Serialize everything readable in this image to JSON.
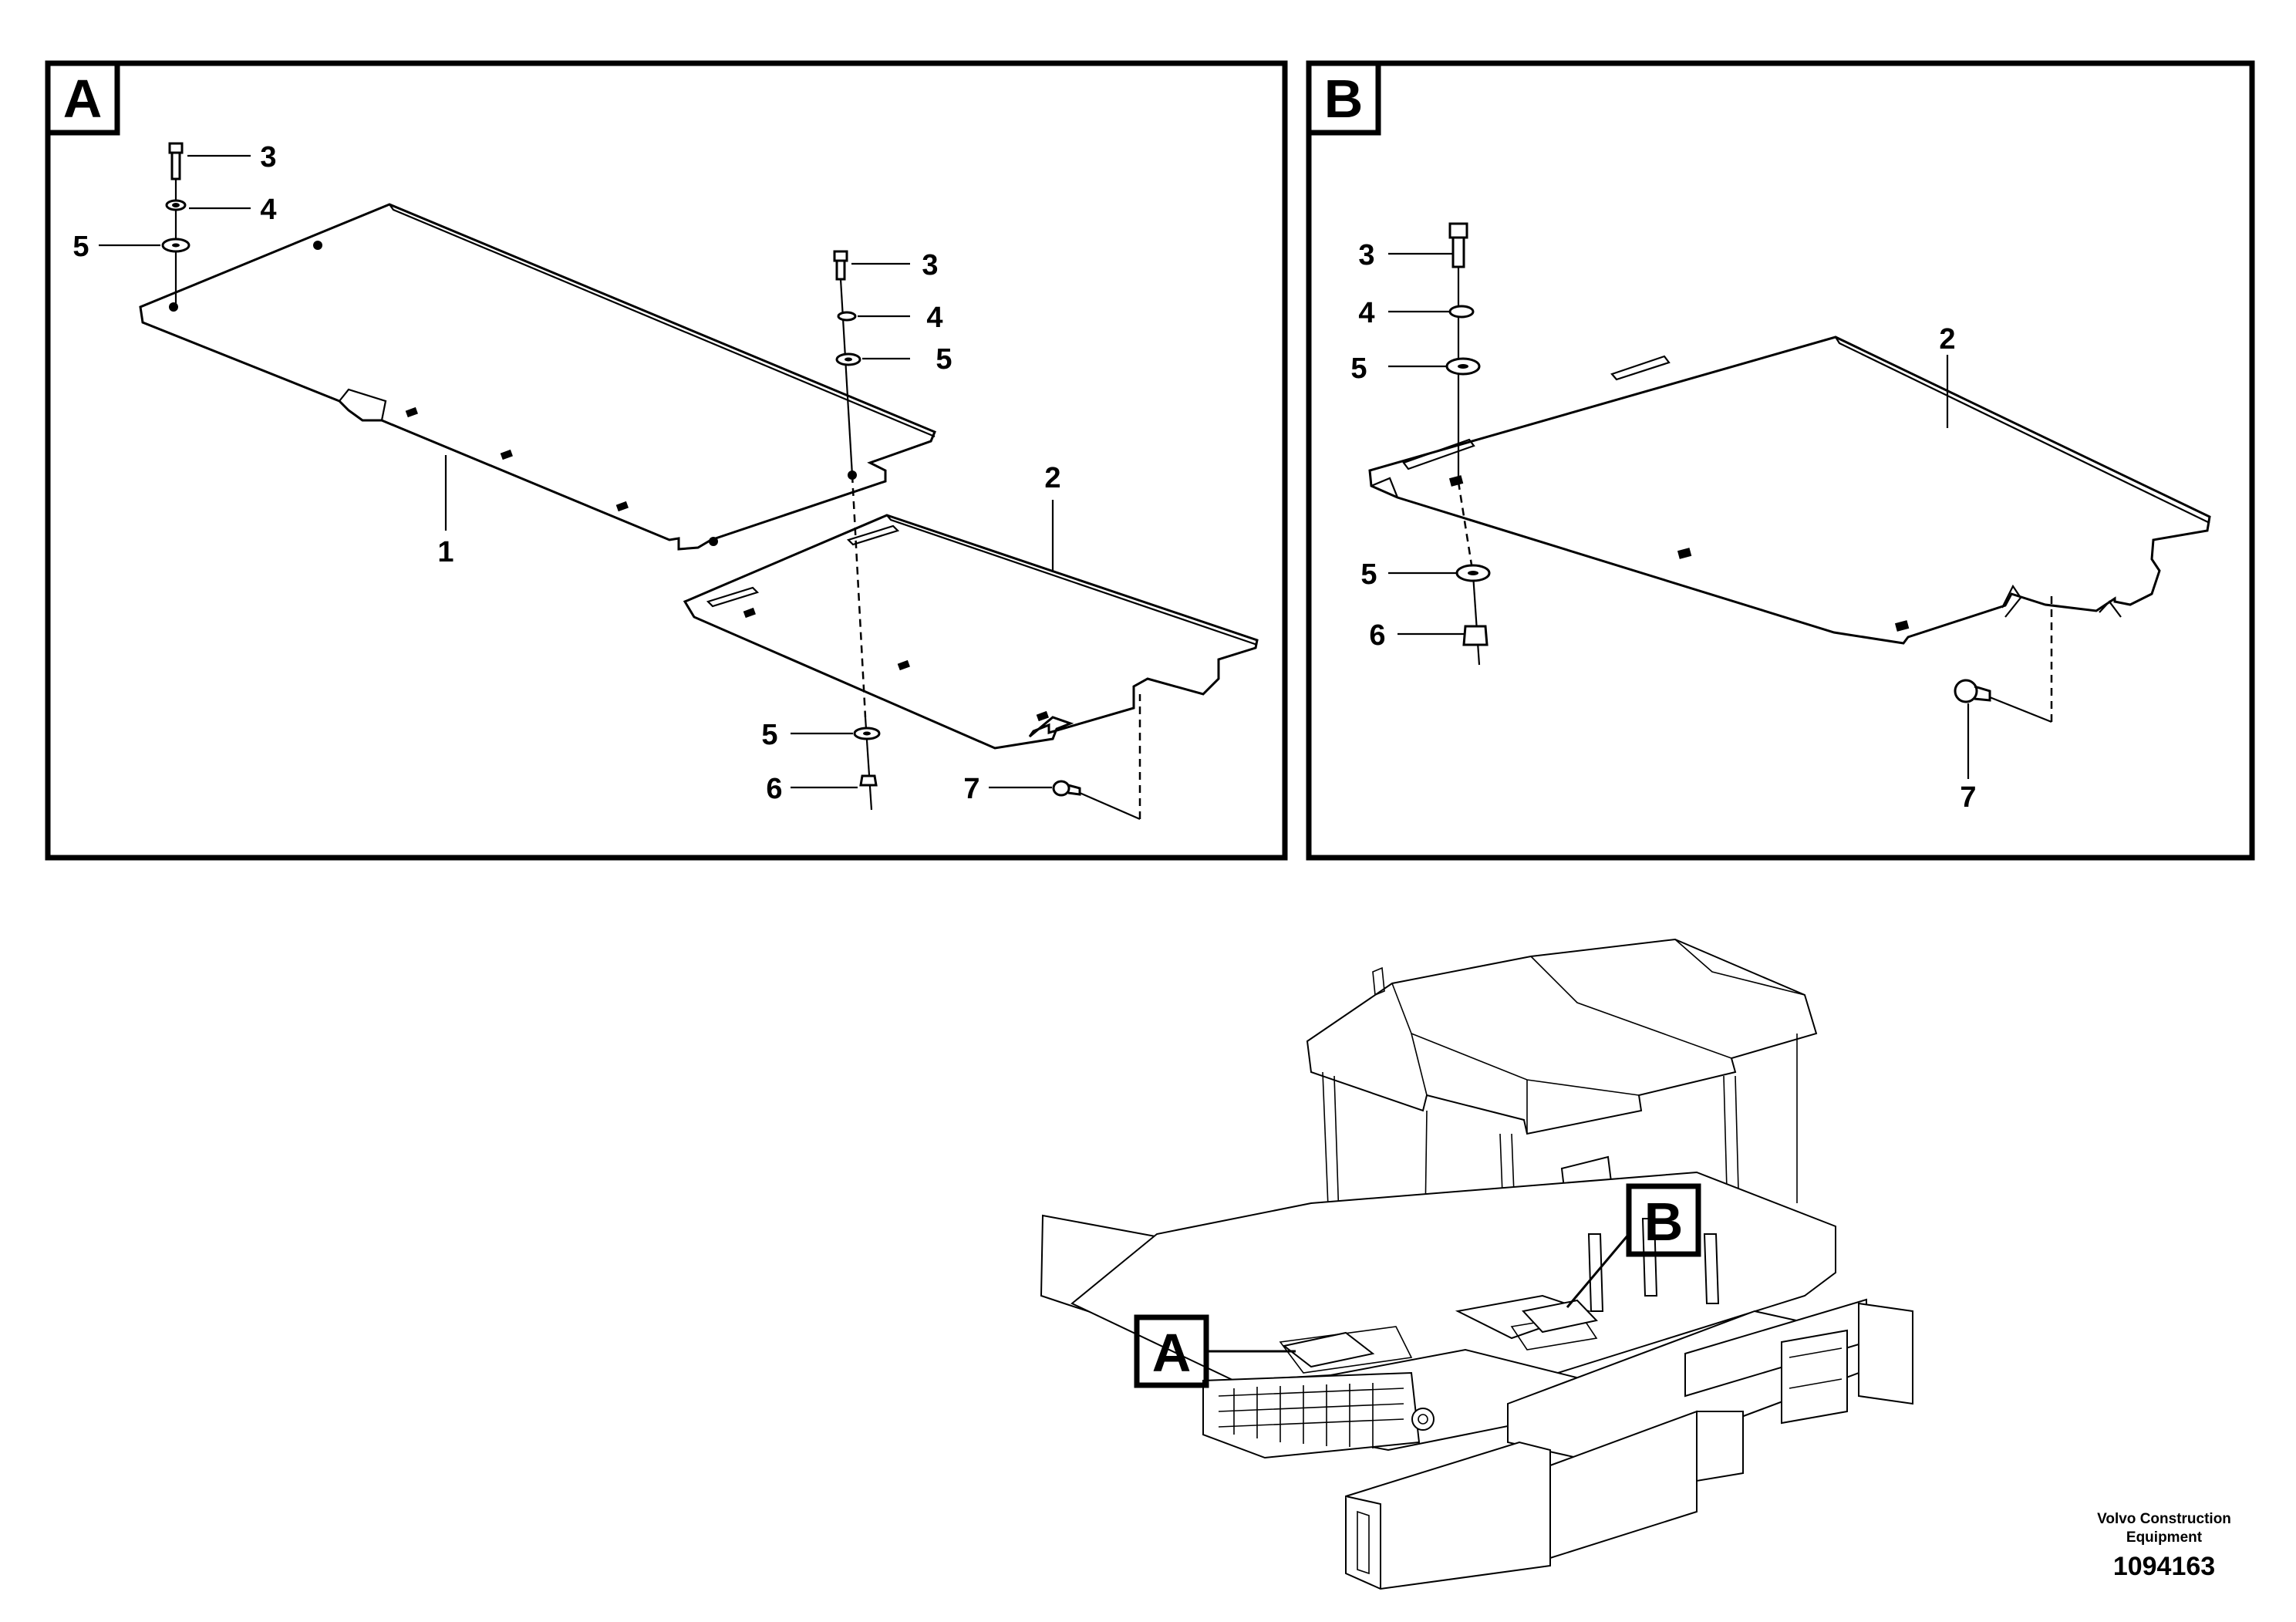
{
  "panels": {
    "a": {
      "letter": "A",
      "callouts": {
        "bolt_top_left": "3",
        "lockwasher_top_left": "4",
        "washer_top_left": "5",
        "bolt_right": "3",
        "lockwasher_right": "4",
        "washer_right": "5",
        "plate_1": "1",
        "plate_2": "2",
        "washer_bottom": "5",
        "nut_bottom": "6",
        "clip": "7"
      }
    },
    "b": {
      "letter": "B",
      "callouts": {
        "bolt": "3",
        "lockwasher": "4",
        "washer_top": "5",
        "plate_2": "2",
        "washer_bottom": "5",
        "nut": "6",
        "clip": "7"
      }
    }
  },
  "overview": {
    "marker_a": "A",
    "marker_b": "B"
  },
  "footer": {
    "company_line1": "Volvo Construction",
    "company_line2": "Equipment",
    "drawing_number": "1094163"
  }
}
